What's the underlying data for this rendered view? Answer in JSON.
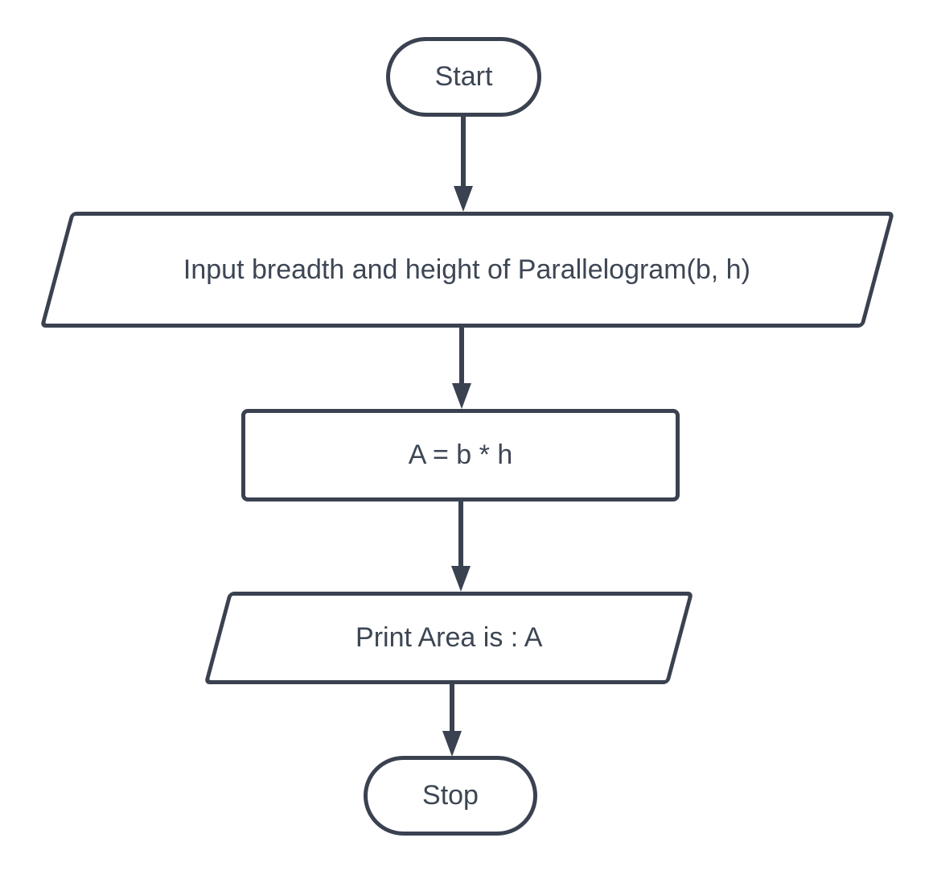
{
  "flowchart": {
    "colors": {
      "stroke": "#3a4150",
      "text": "#3d4654",
      "fill": "#ffffff",
      "bg": "#ffffff"
    },
    "nodes": [
      {
        "id": "start",
        "shape": "terminator",
        "label": "Start"
      },
      {
        "id": "input",
        "shape": "io-parallelogram",
        "label": "Input breadth and height of Parallelogram(b, h)"
      },
      {
        "id": "process",
        "shape": "process-rectangle",
        "label": "A = b * h"
      },
      {
        "id": "output",
        "shape": "io-parallelogram",
        "label": "Print Area is : A"
      },
      {
        "id": "stop",
        "shape": "terminator",
        "label": "Stop"
      }
    ],
    "edges": [
      {
        "from": "start",
        "to": "input"
      },
      {
        "from": "input",
        "to": "process"
      },
      {
        "from": "process",
        "to": "output"
      },
      {
        "from": "output",
        "to": "stop"
      }
    ]
  }
}
